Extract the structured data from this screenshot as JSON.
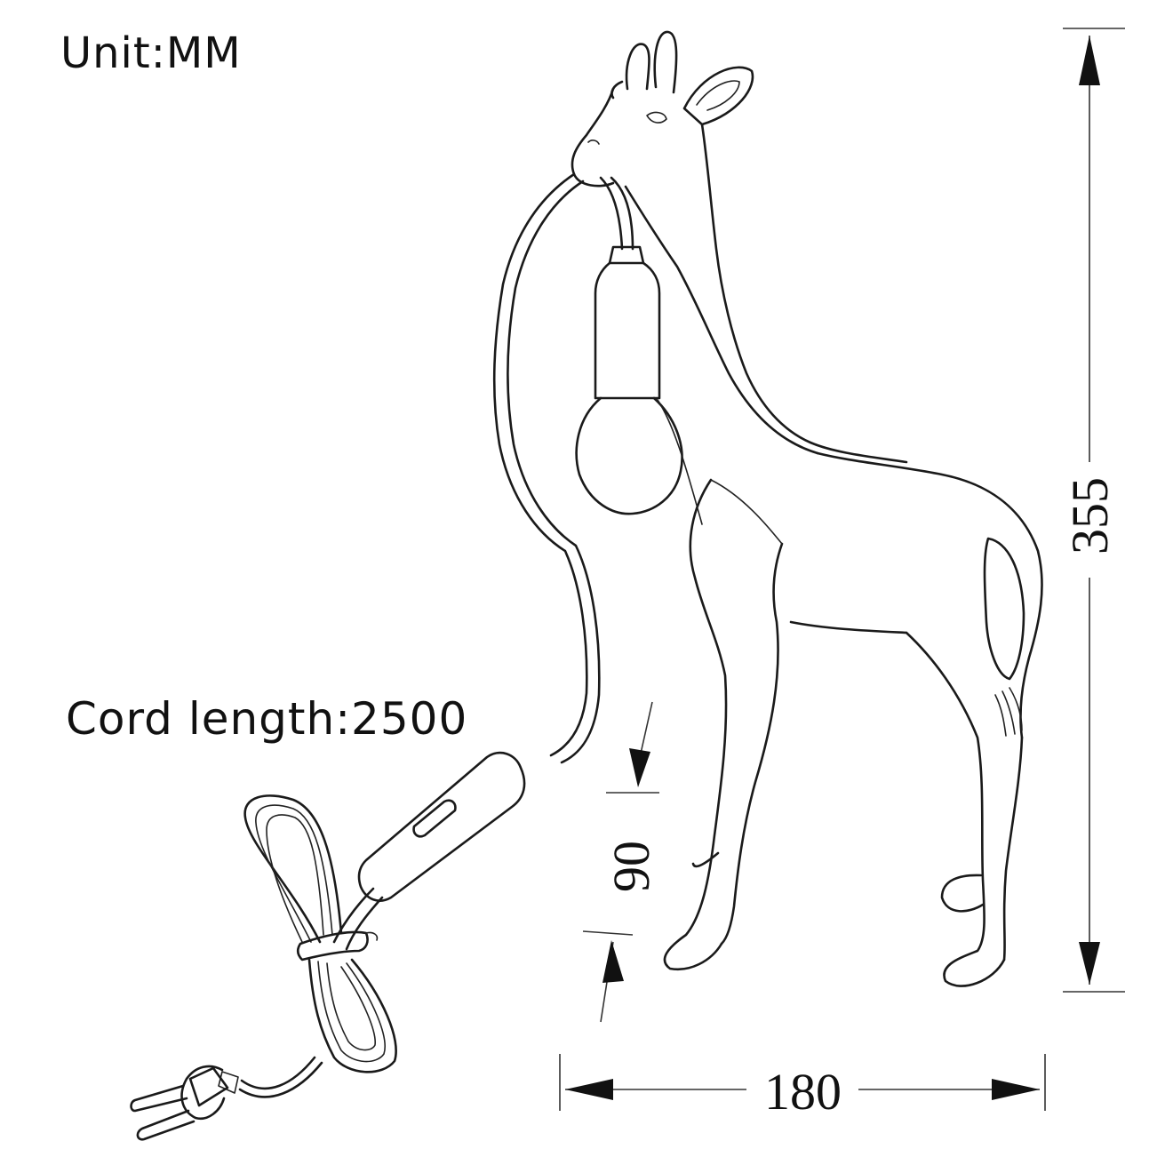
{
  "unit_label": "Unit:MM",
  "cord_label": "Cord length:2500",
  "dimensions": {
    "height": "355",
    "width": "180",
    "leg": "90"
  },
  "colors": {
    "line": "#1a1a1a",
    "background": "#ffffff"
  }
}
